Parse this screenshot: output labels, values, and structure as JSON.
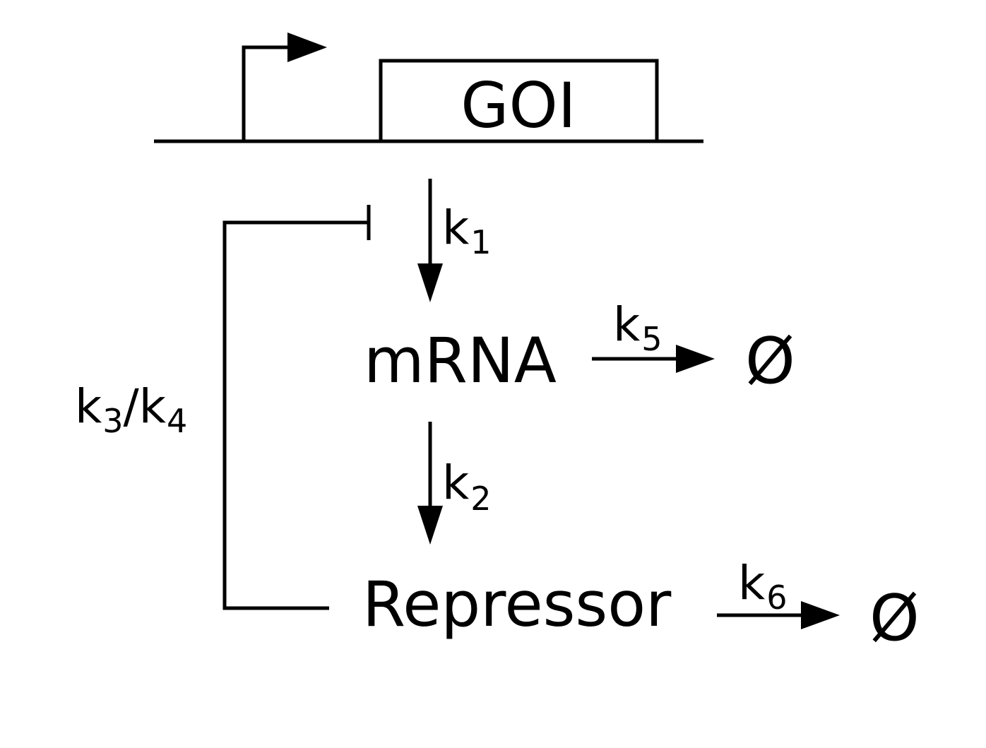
{
  "gene": {
    "label": "GOI"
  },
  "species": {
    "mrna": "mRNA",
    "repressor": "Repressor"
  },
  "null_symbol": "Ø",
  "rates": {
    "transcription": {
      "base": "k",
      "sub": "1"
    },
    "translation": {
      "base": "k",
      "sub": "2"
    },
    "mrna_degradation": {
      "base": "k",
      "sub": "5"
    },
    "repressor_degradation": {
      "base": "k",
      "sub": "6"
    },
    "feedback": {
      "base1": "k",
      "sub1": "3",
      "separator": "/",
      "base2": "k",
      "sub2": "4"
    }
  },
  "colors": {
    "line": "#000000",
    "background": "#ffffff"
  }
}
